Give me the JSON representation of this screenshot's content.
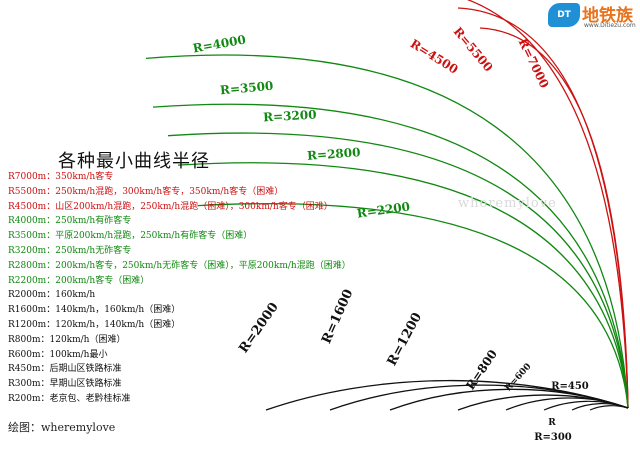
{
  "title": "各种最小曲线半径",
  "credit": "绘图：wheremylove",
  "watermark": "wheremylove",
  "logo": {
    "badge": "DT",
    "text": "地铁族",
    "url": "www.Ditiezu.com"
  },
  "colors": {
    "red": "#cc1111",
    "green": "#118811",
    "black": "#111111"
  },
  "legend": [
    {
      "text": "R7000m：350km/h客专",
      "color": "red"
    },
    {
      "text": "R5500m：250km/h混跑，300km/h客专，350km/h客专（困难）",
      "color": "red"
    },
    {
      "text": "R4500m：山区200km/h混跑，250km/h混跑（困难），300km/h客专（困难）",
      "color": "red"
    },
    {
      "text": "R4000m：250km/h有砟客专",
      "color": "green"
    },
    {
      "text": "R3500m：平原200km/h混跑，250km/h有砟客专（困难）",
      "color": "green"
    },
    {
      "text": "R3200m：250km/h无砟客专",
      "color": "green"
    },
    {
      "text": "R2800m：200km/h客专，250km/h无砟客专（困难），平原200km/h混跑（困难）",
      "color": "green"
    },
    {
      "text": "R2200m：200km/h客专（困难）",
      "color": "green"
    },
    {
      "text": "R2000m：160km/h",
      "color": "black"
    },
    {
      "text": "R1600m：140km/h，160km/h（困难）",
      "color": "black"
    },
    {
      "text": "R1200m：120km/h，140km/h（困难）",
      "color": "black"
    },
    {
      "text": "R800m：120km/h（困难）",
      "color": "black"
    },
    {
      "text": "R600m：100km/h最小",
      "color": "black"
    },
    {
      "text": "R450m：后期山区铁路标准",
      "color": "black"
    },
    {
      "text": "R300m：早期山区铁路标准",
      "color": "black"
    },
    {
      "text": "R200m：老京包、老黔桂标准",
      "color": "black"
    }
  ],
  "curves": [
    {
      "label": "R=7000",
      "radius_m": 7000,
      "color": "red"
    },
    {
      "label": "R=5500",
      "radius_m": 5500,
      "color": "red"
    },
    {
      "label": "R=4500",
      "radius_m": 4500,
      "color": "red"
    },
    {
      "label": "R=4000",
      "radius_m": 4000,
      "color": "green"
    },
    {
      "label": "R=3500",
      "radius_m": 3500,
      "color": "green"
    },
    {
      "label": "R=3200",
      "radius_m": 3200,
      "color": "green"
    },
    {
      "label": "R=2800",
      "radius_m": 2800,
      "color": "green"
    },
    {
      "label": "R=2200",
      "radius_m": 2200,
      "color": "green"
    },
    {
      "label": "R=2000",
      "radius_m": 2000,
      "color": "black"
    },
    {
      "label": "R=1600",
      "radius_m": 1600,
      "color": "black"
    },
    {
      "label": "R=1200",
      "radius_m": 1200,
      "color": "black"
    },
    {
      "label": "R=800",
      "radius_m": 800,
      "color": "black"
    },
    {
      "label": "R=600",
      "radius_m": 600,
      "color": "black"
    },
    {
      "label": "R=450",
      "radius_m": 450,
      "color": "black"
    },
    {
      "label": "R",
      "radius_m": 200,
      "color": "black"
    },
    {
      "label": "R=300",
      "radius_m": 300,
      "color": "black"
    }
  ]
}
